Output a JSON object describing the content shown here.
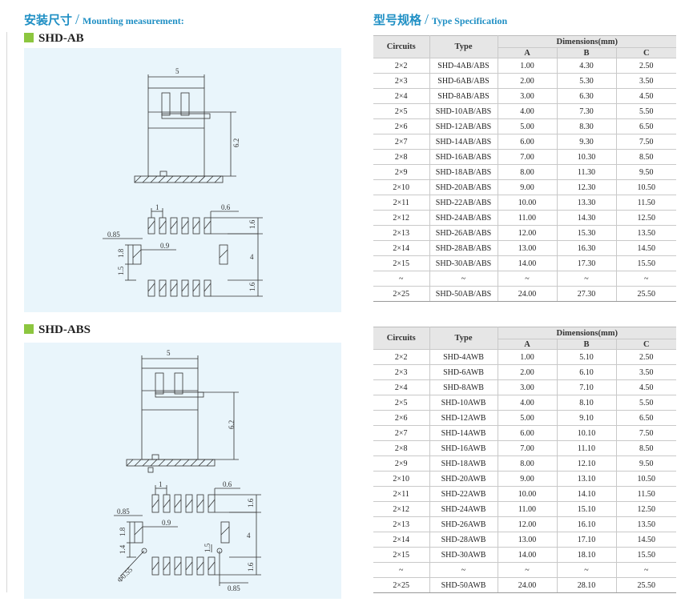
{
  "left_heading": {
    "cn": "安装尺寸",
    "slash": "/",
    "en": "Mounting measurement:"
  },
  "right_heading": {
    "cn": "型号规格",
    "slash": "/",
    "en": "Type Specification"
  },
  "series": [
    {
      "title": "SHD-AB",
      "labels": {
        "w5": "5",
        "h62": "6.2",
        "p1": "1",
        "p06": "0.6",
        "d085": "0.85",
        "d09": "0.9",
        "d18": "1.8",
        "d15": "1.5",
        "d16a": "1.6",
        "d4": "4",
        "d16b": "1.6"
      }
    },
    {
      "title": "SHD-ABS",
      "labels": {
        "w5": "5",
        "h62": "6.2",
        "p1": "1",
        "p06": "0.6",
        "d085": "0.85",
        "d09": "0.9",
        "d18": "1.8",
        "d14": "1.4",
        "phi": "Φ0.55",
        "d15": "1.5",
        "d16a": "1.6",
        "d4": "4",
        "d16b": "1.6",
        "d085b": "0.85"
      }
    }
  ],
  "tables": [
    {
      "headers": {
        "circuits": "Circuits",
        "type": "Type",
        "dims": "Dimensions(mm)",
        "a": "A",
        "b": "B",
        "c": "C"
      },
      "rows": [
        [
          "2×2",
          "SHD-4AB/ABS",
          "1.00",
          "4.30",
          "2.50"
        ],
        [
          "2×3",
          "SHD-6AB/ABS",
          "2.00",
          "5.30",
          "3.50"
        ],
        [
          "2×4",
          "SHD-8AB/ABS",
          "3.00",
          "6.30",
          "4.50"
        ],
        [
          "2×5",
          "SHD-10AB/ABS",
          "4.00",
          "7.30",
          "5.50"
        ],
        [
          "2×6",
          "SHD-12AB/ABS",
          "5.00",
          "8.30",
          "6.50"
        ],
        [
          "2×7",
          "SHD-14AB/ABS",
          "6.00",
          "9.30",
          "7.50"
        ],
        [
          "2×8",
          "SHD-16AB/ABS",
          "7.00",
          "10.30",
          "8.50"
        ],
        [
          "2×9",
          "SHD-18AB/ABS",
          "8.00",
          "11.30",
          "9.50"
        ],
        [
          "2×10",
          "SHD-20AB/ABS",
          "9.00",
          "12.30",
          "10.50"
        ],
        [
          "2×11",
          "SHD-22AB/ABS",
          "10.00",
          "13.30",
          "11.50"
        ],
        [
          "2×12",
          "SHD-24AB/ABS",
          "11.00",
          "14.30",
          "12.50"
        ],
        [
          "2×13",
          "SHD-26AB/ABS",
          "12.00",
          "15.30",
          "13.50"
        ],
        [
          "2×14",
          "SHD-28AB/ABS",
          "13.00",
          "16.30",
          "14.50"
        ],
        [
          "2×15",
          "SHD-30AB/ABS",
          "14.00",
          "17.30",
          "15.50"
        ],
        [
          "~",
          "~",
          "~",
          "~",
          "~"
        ],
        [
          "2×25",
          "SHD-50AB/ABS",
          "24.00",
          "27.30",
          "25.50"
        ]
      ]
    },
    {
      "headers": {
        "circuits": "Circuits",
        "type": "Type",
        "dims": "Dimensions(mm)",
        "a": "A",
        "b": "B",
        "c": "C"
      },
      "rows": [
        [
          "2×2",
          "SHD-4AWB",
          "1.00",
          "5.10",
          "2.50"
        ],
        [
          "2×3",
          "SHD-6AWB",
          "2.00",
          "6.10",
          "3.50"
        ],
        [
          "2×4",
          "SHD-8AWB",
          "3.00",
          "7.10",
          "4.50"
        ],
        [
          "2×5",
          "SHD-10AWB",
          "4.00",
          "8.10",
          "5.50"
        ],
        [
          "2×6",
          "SHD-12AWB",
          "5.00",
          "9.10",
          "6.50"
        ],
        [
          "2×7",
          "SHD-14AWB",
          "6.00",
          "10.10",
          "7.50"
        ],
        [
          "2×8",
          "SHD-16AWB",
          "7.00",
          "11.10",
          "8.50"
        ],
        [
          "2×9",
          "SHD-18AWB",
          "8.00",
          "12.10",
          "9.50"
        ],
        [
          "2×10",
          "SHD-20AWB",
          "9.00",
          "13.10",
          "10.50"
        ],
        [
          "2×11",
          "SHD-22AWB",
          "10.00",
          "14.10",
          "11.50"
        ],
        [
          "2×12",
          "SHD-24AWB",
          "11.00",
          "15.10",
          "12.50"
        ],
        [
          "2×13",
          "SHD-26AWB",
          "12.00",
          "16.10",
          "13.50"
        ],
        [
          "2×14",
          "SHD-28AWB",
          "13.00",
          "17.10",
          "14.50"
        ],
        [
          "2×15",
          "SHD-30AWB",
          "14.00",
          "18.10",
          "15.50"
        ],
        [
          "~",
          "~",
          "~",
          "~",
          "~"
        ],
        [
          "2×25",
          "SHD-50AWB",
          "24.00",
          "28.10",
          "25.50"
        ]
      ]
    }
  ],
  "colors": {
    "heading": "#1f8fc4",
    "bullet": "#8cc63f",
    "panel": "#e9f5fb",
    "table_header": "#e6e6e6"
  }
}
